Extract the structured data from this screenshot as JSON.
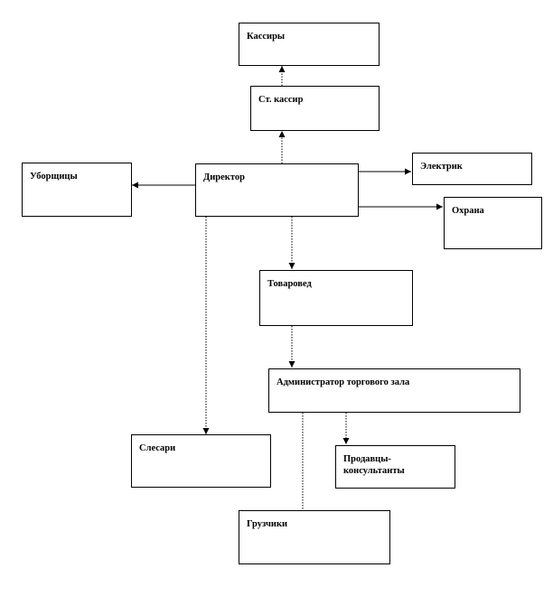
{
  "boxes": {
    "cashiers": "Кассиры",
    "senior_cashier": "Ст. кассир",
    "director": "Директор",
    "cleaners": "Уборщицы",
    "electrician": "Электрик",
    "security": "Охрана",
    "merchandiser": "Товаровед",
    "hall_admin": "Администратор торгового зала",
    "locksmiths": "Слесари",
    "sales_consultants": "Продавцы-консультанты",
    "loaders": "Грузчики"
  }
}
